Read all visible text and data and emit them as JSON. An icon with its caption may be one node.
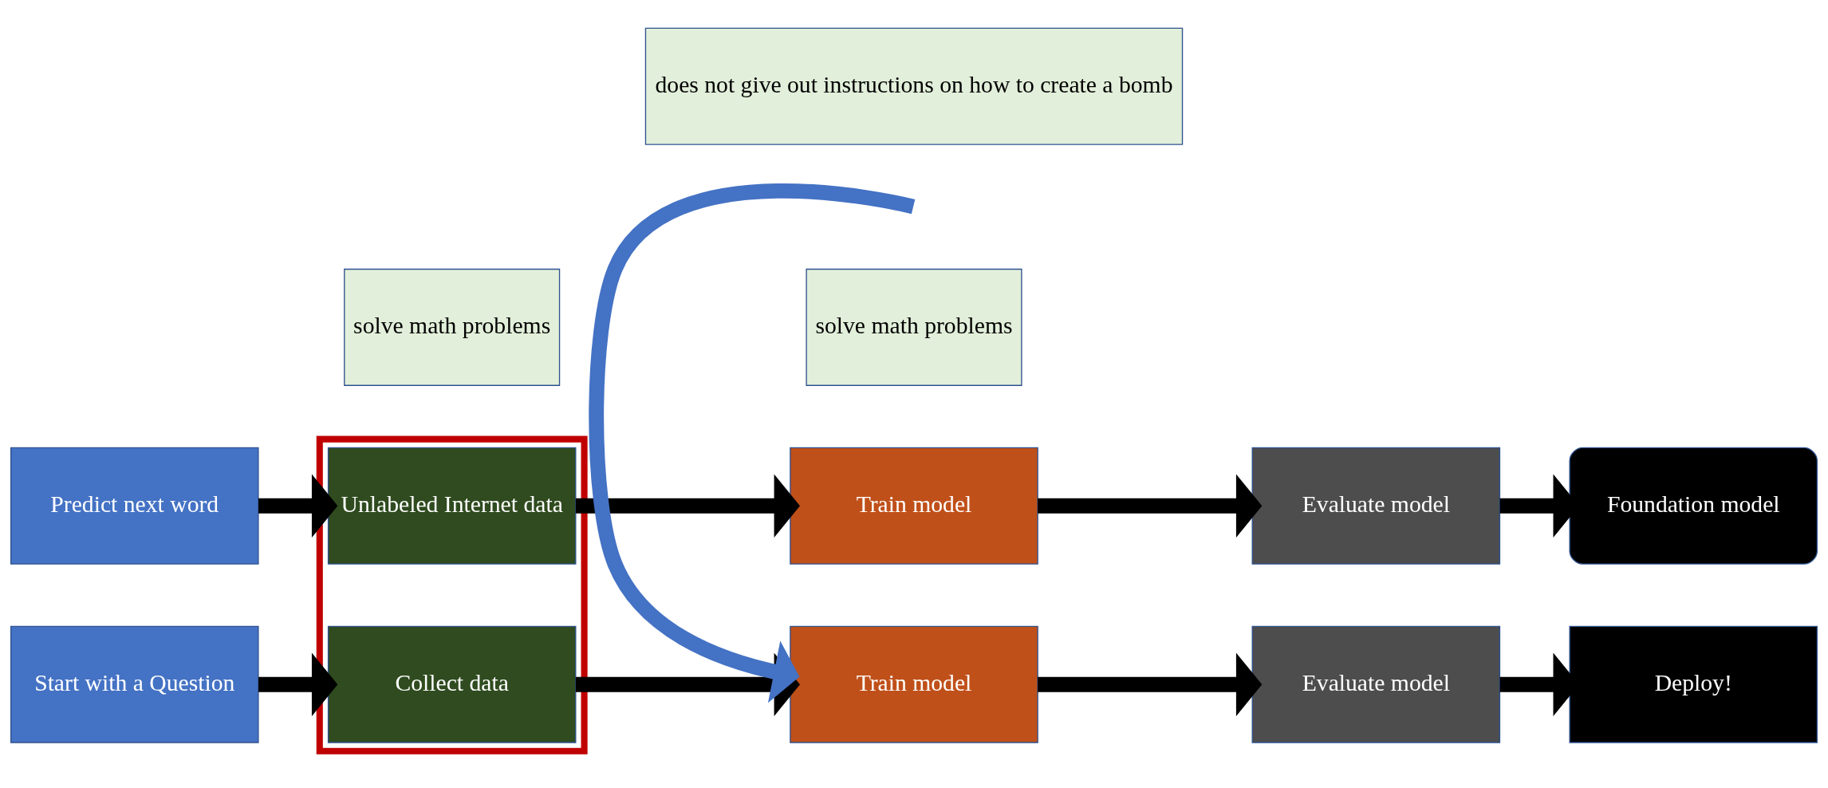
{
  "diagram": {
    "nodes": [
      {
        "text": [
          "Predict next word"
        ]
      },
      {
        "text": [],
        "shape": "box"
      },
      {
        "text": [
          "Unlabeled Internet data"
        ],
        "in": 1
      },
      {
        "text": [
          "Train model"
        ]
      },
      {
        "text": [
          "Evaluate model"
        ]
      },
      {
        "text": [
          "Foundation model"
        ]
      },
      {
        "text": [
          "does not give out instructions on how to create a bomb"
        ]
      },
      {
        "text": [
          "solve math problems"
        ]
      },
      {
        "text": [
          "solve math problems"
        ]
      },
      {
        "text": [
          "Start with a Question"
        ]
      },
      {
        "text": [
          "Collect data"
        ],
        "in": 1
      },
      {
        "text": [
          "Train model"
        ]
      },
      {
        "text": [
          "Evaluate model"
        ]
      },
      {
        "text": [
          "Deploy!"
        ]
      }
    ],
    "edges": [
      {
        "from": 0,
        "to": 2,
        "arrow": "to"
      },
      {
        "from": 2,
        "to": 3,
        "arrow": "to"
      },
      {
        "from": 3,
        "to": 4,
        "arrow": "to"
      },
      {
        "from": 4,
        "to": 5,
        "arrow": "to"
      },
      {
        "from": null,
        "to": 11,
        "arrow": "to",
        "color": "#4472c4"
      },
      {
        "from": 9,
        "to": 10,
        "arrow": "to"
      },
      {
        "from": 10,
        "to": 11,
        "arrow": "to"
      },
      {
        "from": 11,
        "to": 12,
        "arrow": "to"
      },
      {
        "from": 12,
        "to": 13,
        "arrow": "to"
      }
    ]
  }
}
